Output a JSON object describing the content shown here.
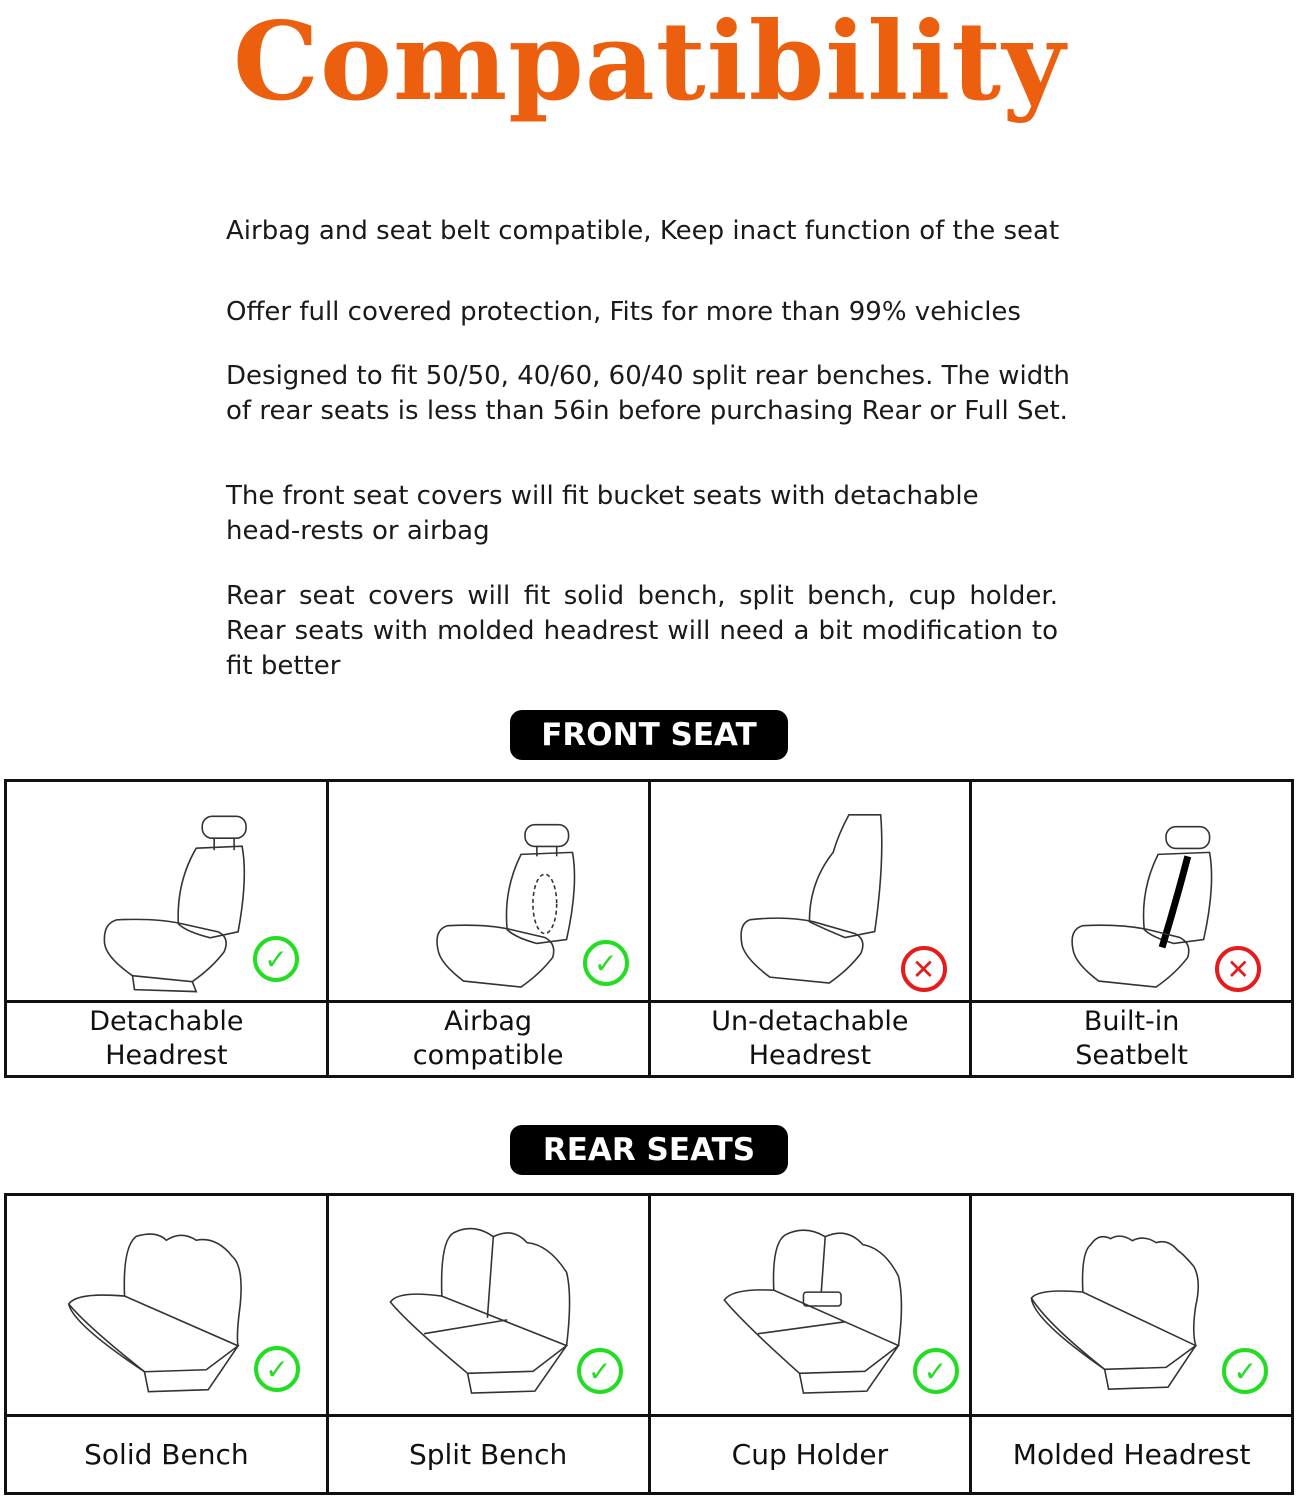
{
  "title": {
    "text": "Compatibility",
    "color": "#ec5f0e"
  },
  "paragraphs": [
    "Airbag and seat belt compatible, Keep inact function of the seat",
    "Offer full covered protection, Fits for more than 99% vehicles",
    "Designed to fit 50/50, 40/60, 60/40 split rear benches. The width of rear seats is less than 56in before purchasing Rear or Full Set.",
    "The front seat covers will fit bucket seats with detachable head-rests or airbag",
    "Rear seat covers will fit solid bench, split bench, cup holder. Rear seats with molded headrest will need a bit modification to fit better"
  ],
  "front_section": {
    "heading": "FRONT SEAT",
    "items": [
      {
        "label": "Detachable Headrest",
        "icon": "detachable-headrest-seat-icon",
        "status": "compatible",
        "badge_icon": "check-icon"
      },
      {
        "label": "Airbag compatible",
        "icon": "airbag-seat-icon",
        "status": "compatible",
        "badge_icon": "check-icon"
      },
      {
        "label": "Un-detachable Headrest",
        "icon": "undetachable-headrest-seat-icon",
        "status": "incompatible",
        "badge_icon": "cross-icon"
      },
      {
        "label": "Built-in Seatbelt",
        "icon": "builtin-seatbelt-seat-icon",
        "status": "incompatible",
        "badge_icon": "cross-icon"
      }
    ]
  },
  "rear_section": {
    "heading": "REAR SEATS",
    "items": [
      {
        "label": "Solid Bench",
        "icon": "solid-bench-icon",
        "status": "compatible",
        "badge_icon": "check-icon"
      },
      {
        "label": "Split Bench",
        "icon": "split-bench-icon",
        "status": "compatible",
        "badge_icon": "check-icon"
      },
      {
        "label": "Cup Holder",
        "icon": "cup-holder-bench-icon",
        "status": "compatible",
        "badge_icon": "check-icon"
      },
      {
        "label": "Molded Headrest",
        "icon": "molded-headrest-bench-icon",
        "status": "compatible",
        "badge_icon": "check-icon"
      }
    ]
  },
  "colors": {
    "check": "#22dd22",
    "cross": "#e51c1c",
    "pill": "#000000"
  }
}
